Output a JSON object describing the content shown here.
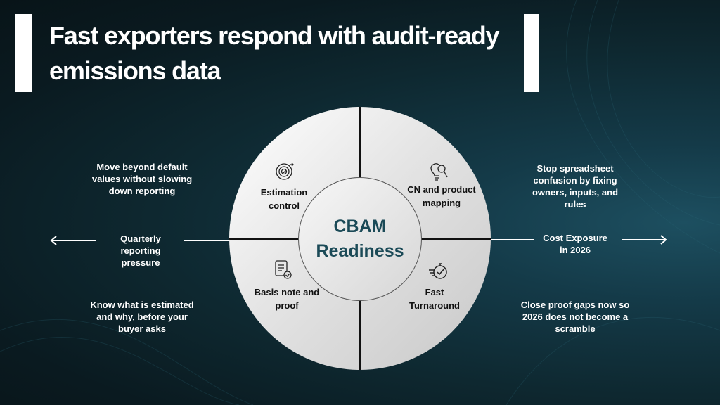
{
  "title": "Fast exporters respond with audit-ready emissions data",
  "center": {
    "line1": "CBAM",
    "line2": "Readiness"
  },
  "quadrants": [
    {
      "label": "Estimation control",
      "icon": "gear-target-icon"
    },
    {
      "label": "CN and product mapping",
      "icon": "bulb-magnifier-icon"
    },
    {
      "label": "Basis note and proof",
      "icon": "document-check-icon"
    },
    {
      "label": "Fast Turnaround",
      "icon": "stopwatch-check-icon"
    }
  ],
  "left": {
    "top": "Move beyond default values without slowing down reporting",
    "middle": "Quarterly reporting pressure",
    "bottom": "Know what is estimated and why, before your buyer asks"
  },
  "right": {
    "top": "Stop spreadsheet confusion by fixing owners, inputs, and rules",
    "middle": "Cost Exposure in 2026",
    "bottom": "Close proof gaps now so 2026 does not become a scramble"
  },
  "colors": {
    "accent": "#1b4a57"
  }
}
